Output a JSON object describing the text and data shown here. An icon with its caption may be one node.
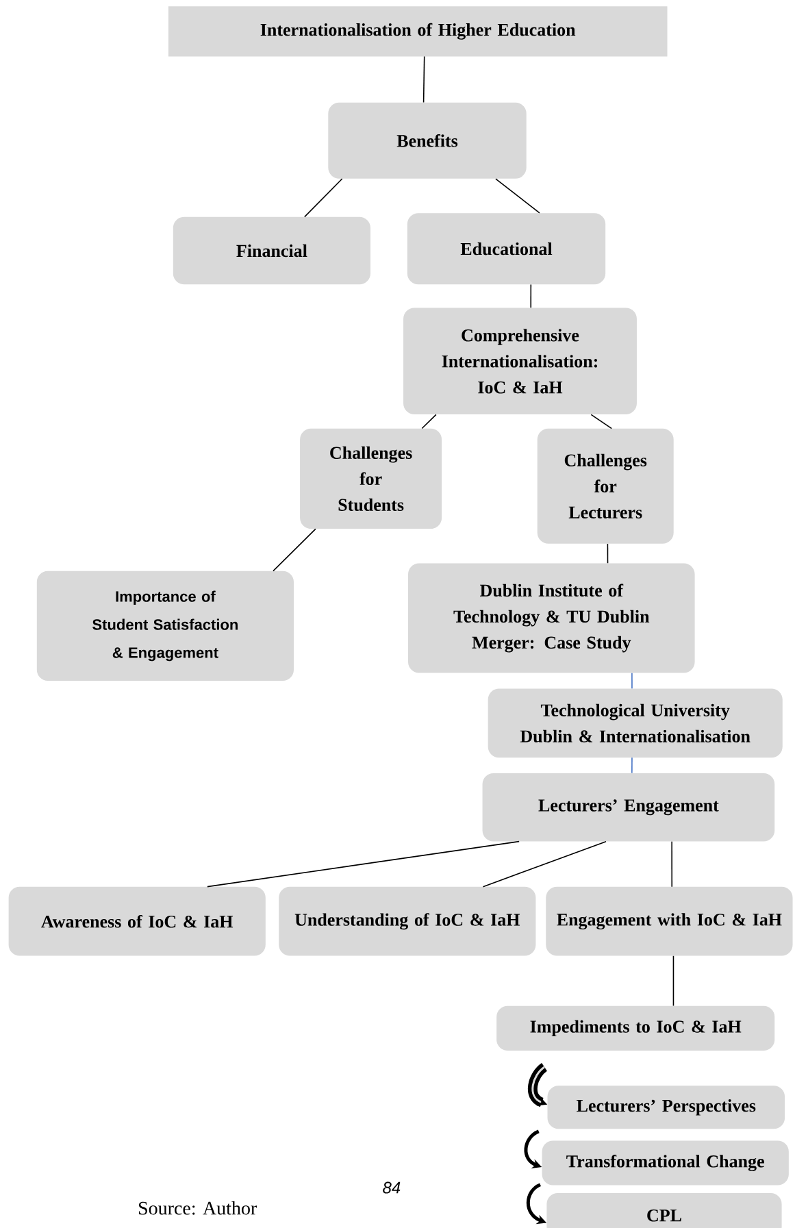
{
  "diagram": {
    "nodes": [
      {
        "text": [
          "Internationalisation of Higher Education"
        ]
      },
      {
        "text": [
          "Benefits"
        ]
      },
      {
        "text": [
          "Financial"
        ]
      },
      {
        "text": [
          "Educational"
        ]
      },
      {
        "text": [
          "Comprehensive Internationalisation: IoC & IaH"
        ]
      },
      {
        "text": [
          "Challenges for Students"
        ]
      },
      {
        "text": [
          "Challenges for Lecturers"
        ]
      },
      {
        "text": [
          "Importance of Student Satisfaction & Engagement"
        ]
      },
      {
        "text": [
          "Dublin Institute of Technology & TU Dublin Merger: Case Study"
        ]
      },
      {
        "text": [
          "Technological University Dublin & Internationalisation"
        ]
      },
      {
        "text": [
          "Lecturers’ Engagement"
        ]
      },
      {
        "text": [
          "Awareness of IoC & IaH"
        ]
      },
      {
        "text": [
          "Understanding of IoC & IaH"
        ]
      },
      {
        "text": [
          "Engagement with IoC & IaH"
        ]
      },
      {
        "text": [
          "Impediments to IoC & IaH"
        ]
      },
      {
        "text": [
          "Lecturers’ Perspectives"
        ]
      },
      {
        "text": [
          "Transformational Change"
        ]
      },
      {
        "text": [
          "CPL"
        ]
      }
    ],
    "edges": [
      {
        "from": 0,
        "to": 1,
        "arrow": "none"
      },
      {
        "from": 1,
        "to": 2,
        "arrow": "none"
      },
      {
        "from": 1,
        "to": 3,
        "arrow": "none"
      },
      {
        "from": 3,
        "to": 4,
        "arrow": "none"
      },
      {
        "from": 4,
        "to": 5,
        "arrow": "none"
      },
      {
        "from": 4,
        "to": 6,
        "arrow": "none"
      },
      {
        "from": 5,
        "to": 7,
        "arrow": "none"
      },
      {
        "from": 6,
        "to": 8,
        "arrow": "none"
      },
      {
        "from": 8,
        "to": 9,
        "arrow": "none",
        "color": "#4472c4"
      },
      {
        "from": 9,
        "to": 10,
        "arrow": "none",
        "color": "#4472c4"
      },
      {
        "from": 10,
        "to": 11,
        "arrow": "none"
      },
      {
        "from": 10,
        "to": 12,
        "arrow": "none"
      },
      {
        "from": 10,
        "to": 13,
        "arrow": "none"
      },
      {
        "from": 13,
        "to": 14,
        "arrow": "none"
      },
      {
        "from": null,
        "to": 15,
        "arrow": "to",
        "style": "thick"
      },
      {
        "from": 15,
        "to": 16,
        "arrow": "to",
        "style": "thick"
      },
      {
        "from": 16,
        "to": 17,
        "arrow": "to",
        "style": "thick"
      }
    ],
    "labels": [
      "84",
      "Source: Author"
    ]
  }
}
